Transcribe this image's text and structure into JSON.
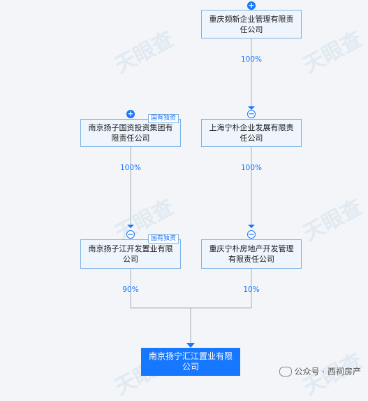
{
  "watermark": "天眼查",
  "nodes": {
    "cq_pinxin": "重庆频新企业管理有限责任公司",
    "nj_yangzi_group": "南京扬子国资投资集团有限责任公司",
    "sh_ningpu": "上海宁朴企业发展有限责任公司",
    "nj_yangzi_jiang": "南京扬子江开发置业有限公司",
    "cq_ningpu_re": "重庆宁朴房地产开发管理有限责任公司",
    "root": "南京扬宁汇江置业有限公司"
  },
  "percentages": {
    "cq_to_sh": "100%",
    "group_to_jiang": "100%",
    "sh_to_cq_re": "100%",
    "jiang_to_root": "90%",
    "cq_re_to_root": "10%"
  },
  "tags": {
    "state_owned": "国有独资"
  },
  "toggles": {
    "plus": "+",
    "minus": "−"
  },
  "footer": {
    "text": "公众号 · 西祠房产"
  },
  "colors": {
    "accent": "#1677ff",
    "node_border": "#7fb2e6",
    "node_bg": "#eef5fd",
    "line": "#a3aebb"
  }
}
